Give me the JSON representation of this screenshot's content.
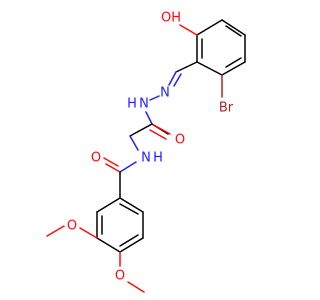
{
  "molecule": {
    "atoms": {
      "oh": "OH",
      "br": "Br",
      "n_imine": "N",
      "nh_hydrazide": "N",
      "h_hydrazide": "H",
      "o_carbonyl_top": "O",
      "nh_amide": "N",
      "h_amide": "H",
      "o_amide": "O",
      "o_methoxy_1": "O",
      "o_methoxy_2": "O"
    }
  },
  "colors": {
    "bond": "#000000",
    "oxygen": "#ff0d0d",
    "nitrogen": "#2020ff",
    "bromine": "#a62929",
    "background": "#ffffff"
  }
}
